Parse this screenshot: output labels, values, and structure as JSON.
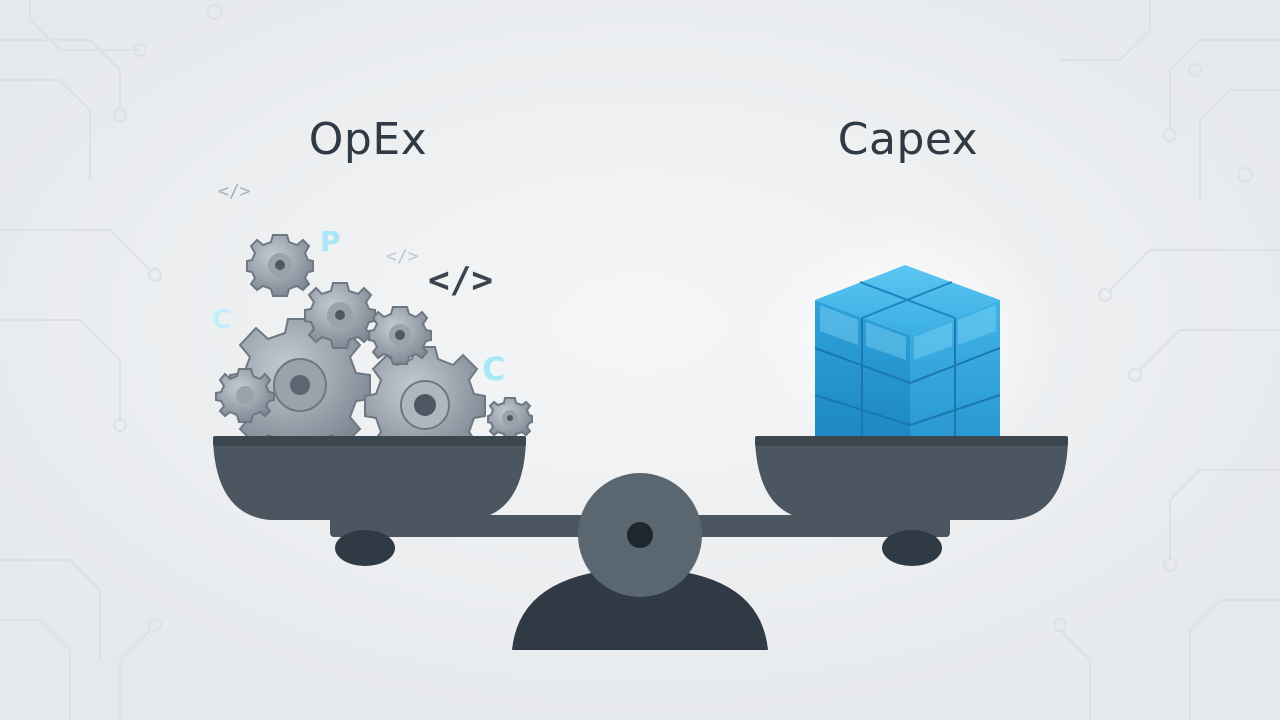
{
  "labels": {
    "left": "OpEx",
    "right": "Capex"
  },
  "colors": {
    "background": "#eceef0",
    "scale_dark": "#4b5660",
    "scale_base": "#2f3a44",
    "cube_blue": "#33a9e0",
    "gear_gray": "#8b959f",
    "circuit_line": "#dde1e5"
  },
  "icons": {
    "left_pan_contents": "gears-icon",
    "right_pan_contents": "cubes-icon",
    "code_symbols": "code-icon"
  },
  "floating_glyphs": {
    "code_large": "</>",
    "code_small_1": "</>",
    "code_small_2": "</>",
    "letter_p": "P",
    "letter_c1": "C",
    "letter_c2": "C"
  }
}
